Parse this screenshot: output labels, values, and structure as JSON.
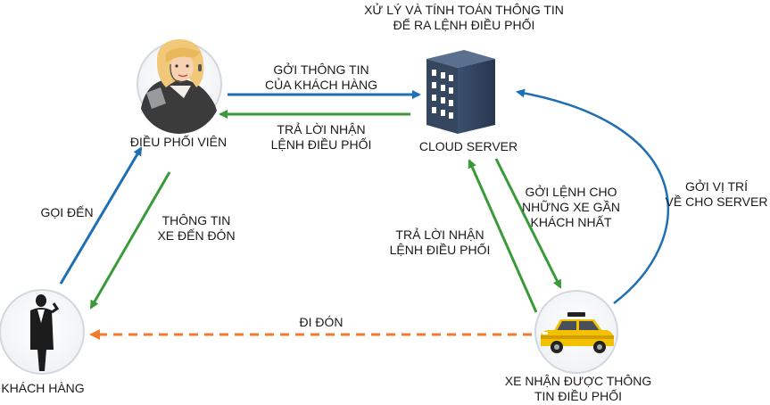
{
  "nodes": {
    "dispatcher": "ĐIỀU PHỐI VIÊN",
    "server": "CLOUD SERVER",
    "server_note": [
      "XỬ LÝ VÀ TÍNH TOÁN THÔNG TIN",
      "ĐỂ RA LỆNH ĐIỀU PHỐI"
    ],
    "customer": "KHÁCH HÀNG",
    "taxi": [
      "XE NHẬN ĐƯỢC THÔNG",
      "TIN ĐIỀU PHỐI"
    ]
  },
  "edges": {
    "send_info": [
      "GỞI THÔNG TIN",
      "CỦA KHÁCH HÀNG"
    ],
    "reply_dispatch_top": [
      "TRẢ LỜI NHẬN",
      "LỆNH ĐIỀU PHỐI"
    ],
    "call": "GỌI ĐẾN",
    "pickup_info": [
      "THÔNG TIN",
      "XE ĐẾN ĐÓN"
    ],
    "reply_dispatch_right": [
      "TRẢ LỜI NHẬN",
      "LỆNH ĐIỀU PHỐI"
    ],
    "send_order": [
      "GỞI LỆNH CHO",
      "NHỮNG XE GẦN",
      "KHÁCH NHẤT"
    ],
    "send_location": [
      "GỞI VỊ TRÍ",
      "VỀ CHO SERVER"
    ],
    "pickup": "ĐI ĐÓN"
  },
  "colors": {
    "blue": "#1f6fb5",
    "green": "#3a9a3a",
    "orange": "#f07a2e",
    "server": "#2c3e5c",
    "taxi": "#f2c200"
  }
}
